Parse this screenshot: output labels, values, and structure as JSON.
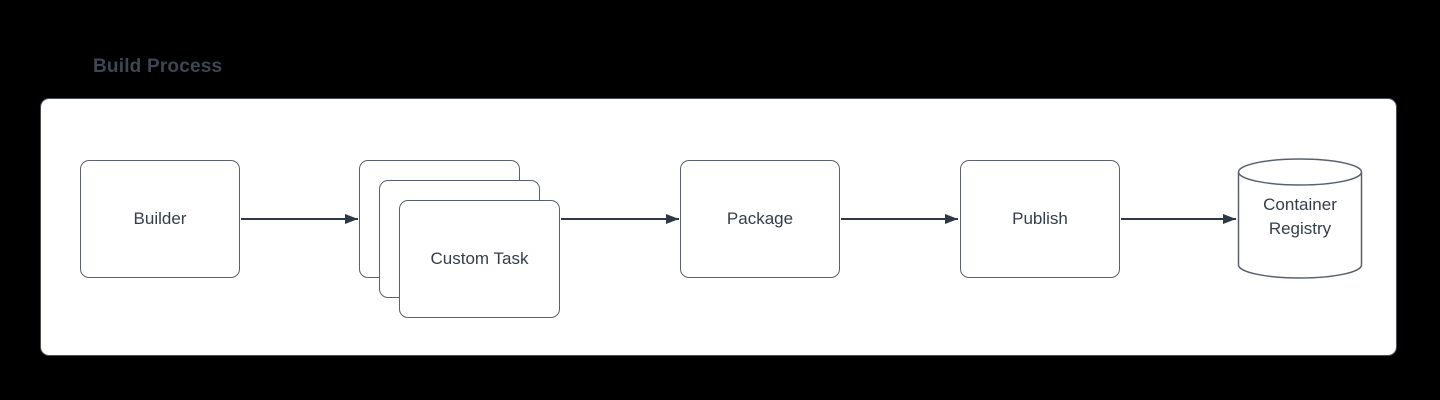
{
  "diagram": {
    "title": "Build Process",
    "colors": {
      "canvas_background": "#000000",
      "panel_background": "#ffffff",
      "panel_border": "#444e5a",
      "node_border": "#58616d",
      "node_fill": "#ffffff",
      "text": "#333e4a",
      "title_text": "#3d4753",
      "connector": "#2f3845"
    },
    "nodes": [
      {
        "id": "builder",
        "label": "Builder",
        "shape": "rectangle"
      },
      {
        "id": "custom-task",
        "label": "Custom Task",
        "shape": "rectangle",
        "stack_count": 3
      },
      {
        "id": "package",
        "label": "Package",
        "shape": "rectangle"
      },
      {
        "id": "publish",
        "label": "Publish",
        "shape": "rectangle"
      },
      {
        "id": "container-registry",
        "label": "Container Registry",
        "label_lines": [
          "Container",
          "Registry"
        ],
        "shape": "cylinder"
      }
    ],
    "edges": [
      {
        "from": "builder",
        "to": "custom-task",
        "arrow": "filled-triangle"
      },
      {
        "from": "custom-task",
        "to": "package",
        "arrow": "filled-triangle"
      },
      {
        "from": "package",
        "to": "publish",
        "arrow": "filled-triangle"
      },
      {
        "from": "publish",
        "to": "container-registry",
        "arrow": "filled-triangle"
      }
    ]
  }
}
